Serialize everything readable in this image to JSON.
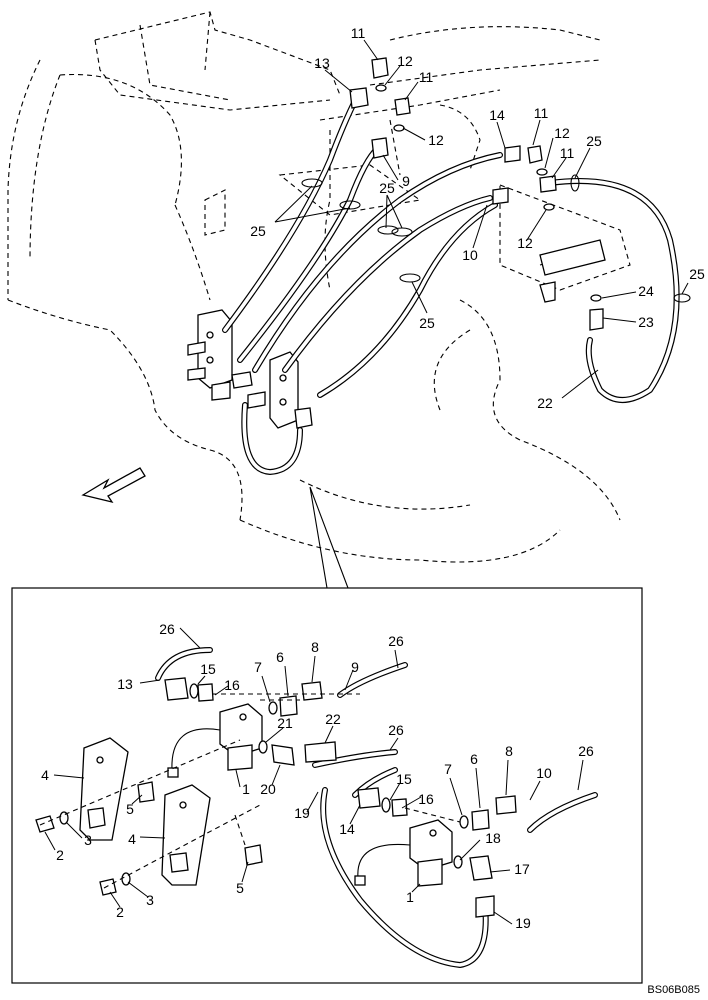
{
  "drawing": {
    "code": "BS06B085",
    "top_callouts": [
      "11",
      "12",
      "11",
      "13",
      "12",
      "14",
      "11",
      "12",
      "9",
      "11",
      "25",
      "25",
      "25",
      "12",
      "10",
      "25",
      "24",
      "23",
      "25",
      "22"
    ],
    "bottom_callouts": [
      "26",
      "13",
      "15",
      "16",
      "7",
      "6",
      "8",
      "9",
      "26",
      "21",
      "22",
      "26",
      "4",
      "5",
      "1",
      "20",
      "19",
      "14",
      "15",
      "16",
      "7",
      "6",
      "8",
      "10",
      "26",
      "3",
      "2",
      "4",
      "5",
      "18",
      "17",
      "3",
      "2",
      "1",
      "19"
    ]
  }
}
